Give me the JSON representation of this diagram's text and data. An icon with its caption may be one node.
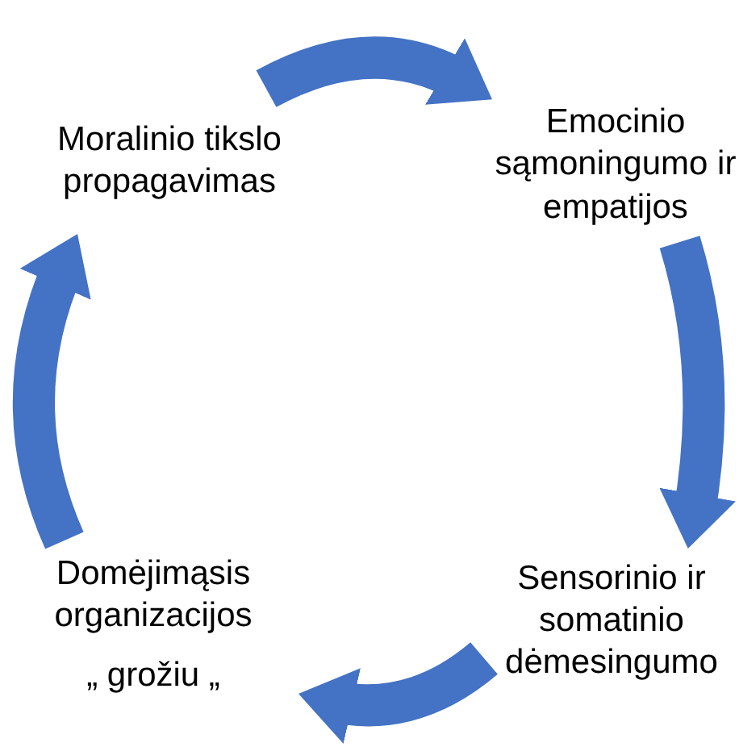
{
  "diagram": {
    "nodes": [
      {
        "text": [
          "Moralinio tikslo propagavimas"
        ]
      },
      {
        "text": [
          "Emocinio sąmoningumo ir empatijos"
        ]
      },
      {
        "text": [
          "Sensorinio ir somatinio dėmesingumo"
        ]
      },
      {
        "text": [
          "Domėjimąsis organizacijos",
          "„ grožiu „"
        ]
      }
    ],
    "edges": [
      {
        "from": 0,
        "to": 1,
        "arrow": "to"
      },
      {
        "from": 1,
        "to": 2,
        "arrow": "to"
      },
      {
        "from": 2,
        "to": 3,
        "arrow": "to"
      },
      {
        "from": 3,
        "to": 0,
        "arrow": "to"
      }
    ]
  }
}
